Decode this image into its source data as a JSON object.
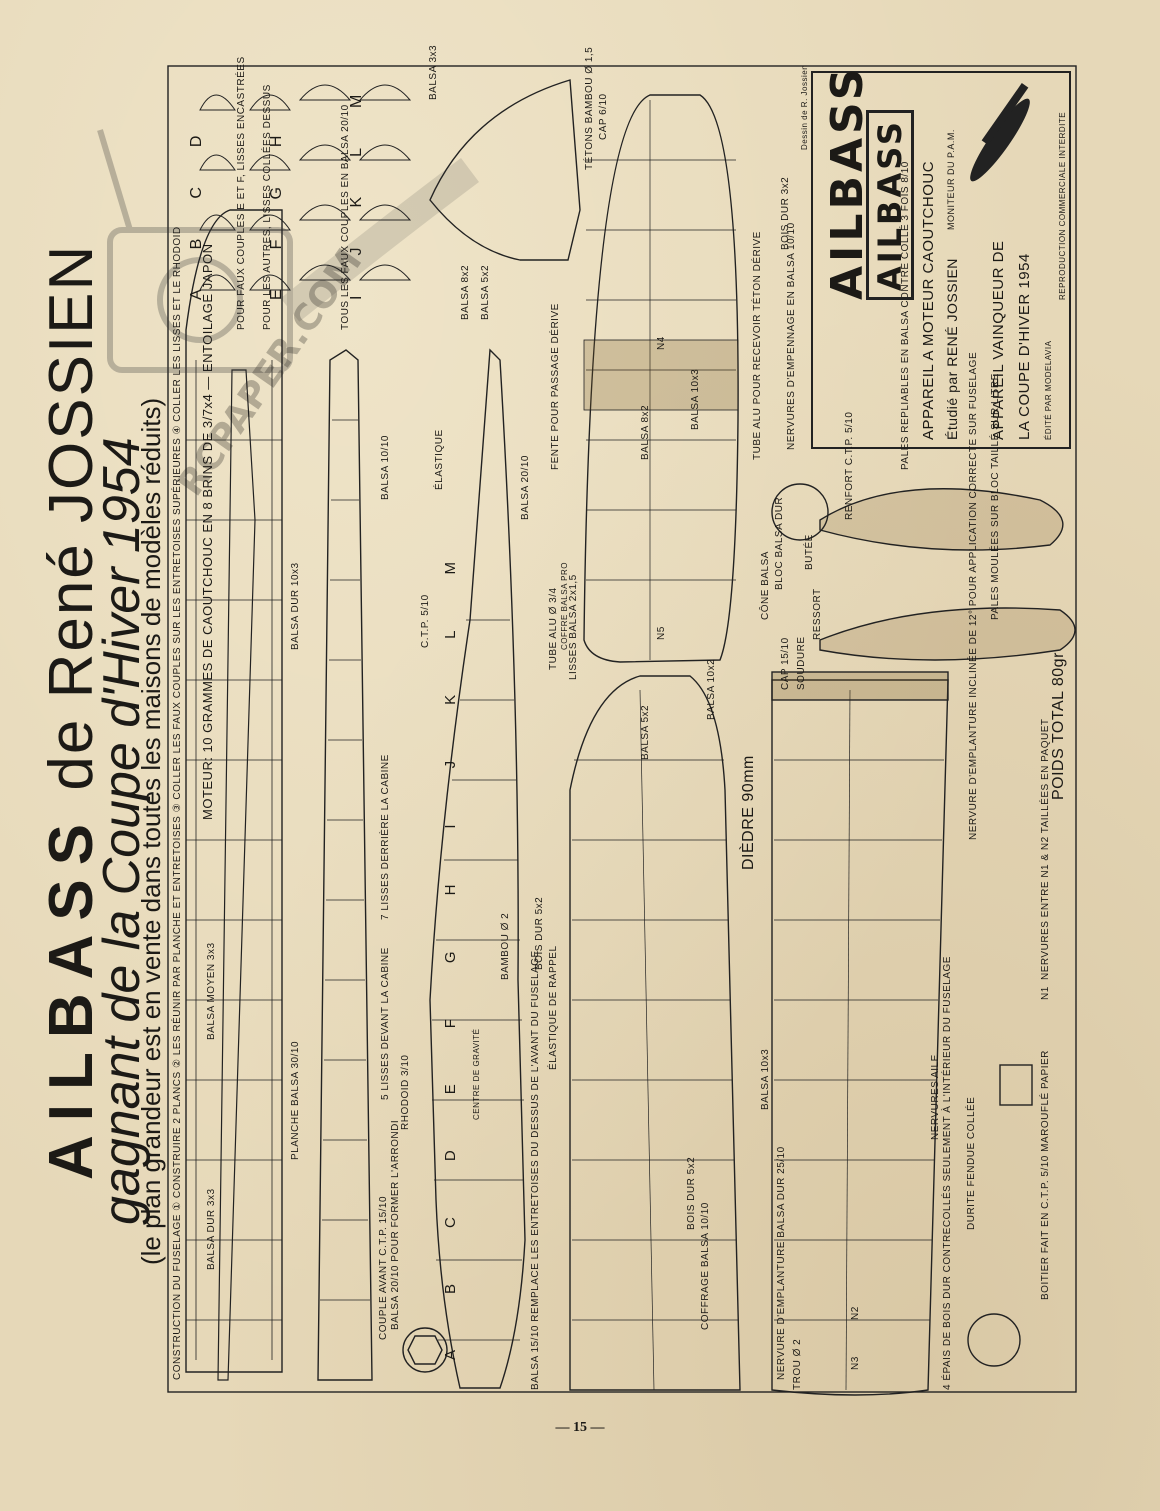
{
  "heading": {
    "title_bold": "AILBASS",
    "title_rest": "de René JOSSIEN",
    "subtitle": "gagnant de la Coupe d'Hiver 1954",
    "note": "(le plan grandeur est en vente dans toutes les maisons de modèles réduits)"
  },
  "instructions": {
    "line1": "CONSTRUCTION DU FUSELAGE ① CONSTRUIRE 2 PLANCS ② LES RÉUNIR PAR PLANCHE ET ENTRETOISES ③ COLLER LES FAUX COUPLES SUR LES ENTRETOISES SUPÉRIEURES ④ COLLER LES LISSES ET LE RHODOID",
    "line2": "MOTEUR: 10 GRAMMES DE CAOUTCHOUC EN 8 BRINS DE 3/7x4 — ENTOILAGE JAPON",
    "line3": "POUR FAUX COUPLES E ET F, LISSES ENCASTRÉES",
    "line4": "POUR LES AUTRES, LISSES COLLÉES DESSUS",
    "line5": "TOUS LES FAUX COUPLES EN BALSA 20/10"
  },
  "couples_row1": [
    "A",
    "B",
    "C",
    "D"
  ],
  "couples_row2": [
    "E",
    "F",
    "G",
    "H"
  ],
  "couples_row3": [
    "I",
    "J",
    "K",
    "L",
    "M"
  ],
  "fuselage_letters": [
    "A",
    "B",
    "C",
    "D",
    "E",
    "F",
    "G",
    "H",
    "I",
    "J",
    "K",
    "L",
    "M"
  ],
  "labels": {
    "balsa_dur_3x3": "BALSA DUR 3x3",
    "balsa_moyen_3x3": "BALSA MOYEN 3x3",
    "planche": "PLANCHE BALSA 30/10",
    "balsa_dur_10x3": "BALSA DUR 10x3",
    "balsa_10_10": "BALSA 10/10",
    "balsa_3x3": "BALSA 3x3",
    "couple_avant": "COUPLE AVANT C.T.P. 15/10",
    "balsa_20_10": "BALSA 20/10 POUR FORMER L'ARRONDI",
    "rhodoid": "RHODOID 3/10",
    "lisses_devant": "5 LISSES DEVANT LA CABINE",
    "lisses_derriere": "7 LISSES DERRIÈRE LA CABINE",
    "elastique": "ÉLASTIQUE",
    "ctp_5_10": "C.T.P. 5/10",
    "bambou": "BAMBOU Ø 2",
    "bois_dur": "BOIS DUR 5x2",
    "centre_gravite": "CENTRE DE GRAVITÉ",
    "elastique_rappel": "ÉLASTIQUE DE RAPPEL",
    "tube_alu": "TUBE ALU Ø 3/4",
    "lisses_balsa": "LISSES BALSA 2x1,5",
    "fente": "FENTE POUR PASSAGE DÉRIVE",
    "balsa_15_10": "BALSA 15/10 REMPLACE LES ENTRETOISES DU DESSUS DE L'AVANT DU FUSELAGE",
    "balsa_20_10b": "BALSA 20/10",
    "balsa_8x2": "BALSA 8x2",
    "balsa_5x2": "BALSA 5x2",
    "tetons": "TÉTONS BAMBOU Ø 1,5",
    "cap": "CAP 6/10",
    "balsa_10x2": "BALSA 10x2",
    "coffrage": "COFFRAGE BALSA 10/10",
    "bois_dur_5x2": "BOIS DUR 5x2",
    "balsa_10x3": "BALSA 10x3",
    "nervure_emp": "NERVURE D'EMPLANTURE BALSA DUR 25/10",
    "trou": "TROU Ø 2",
    "diedre": "DIÈDRE 90mm",
    "n1": "N1",
    "n2": "N2",
    "n3": "N3",
    "n4": "N4",
    "n5": "N5",
    "nervures_aile": "NERVURES AILE",
    "nervures_entre": "NERVURES ENTRE N1 & N2 TAILLÉES EN PAQUET",
    "nervure_inclinee": "NERVURE D'EMPLANTURE INCLINÉE DE 12° POUR APPLICATION CORRECTE SUR FUSELAGE",
    "poids": "POIDS TOTAL 80gr",
    "boitier": "BOITIER FAIT EN C.T.P. 5/10 MAROUFLÉ PAPIER",
    "epais": "4 ÉPAIS DE BOIS DUR CONTRECOLLÉS SEULEMENT À L'INTÉRIEUR DU FUSELAGE",
    "durite": "DURITE FENDUE COLLÉE",
    "cap_15": "CAP 15/10",
    "soudure": "SOUDURE",
    "cone": "CÔNE BALSA",
    "bloc": "BLOC BALSA DUR",
    "butee": "BUTÉE",
    "ressort": "RESSORT",
    "elastique_rappel2": "ÉLASTIQUE DE RAPPEL",
    "pales_moulees": "PALES MOULÉES SUR BLOC TAILLÉ SUR LITRE",
    "pales_repliables": "PALES REPLIABLES EN BALSA CONTRE COLLÉ 3 FOIS 8/10",
    "renfort": "RENFORT C.T.P. 5/10",
    "tube_derive": "TUBE ALU POUR RECEVOIR TÉTON DÉRIVE",
    "coffre_balsa": "COFFRE BALSA PRO",
    "nervures_emp": "NERVURES D'EMPENNAGE EN BALSA 10/10",
    "bois_dur_3x2": "BOIS DUR 3x2",
    "balsa_10x3b": "BALSA 10x3",
    "dessin": "Dessin de R. Jossien"
  },
  "title_box": {
    "logo": "AILBASS",
    "line1": "APPAREIL A MOTEUR CAOUTCHOUC",
    "line2": "Étudié par RENÉ JOSSIEN",
    "line2b": "MONITEUR DU P.A.M.",
    "line3": "APPAREIL VAINQUEUR DE",
    "line4": "LA COUPE D'HIVER 1954",
    "edition": "ÉDITÉ PAR MODELAVIA",
    "reproduction": "REPRODUCTION COMMERCIALE INTERDITE"
  },
  "watermark": "RCPAPER.COM",
  "page_number": "— 15 —"
}
